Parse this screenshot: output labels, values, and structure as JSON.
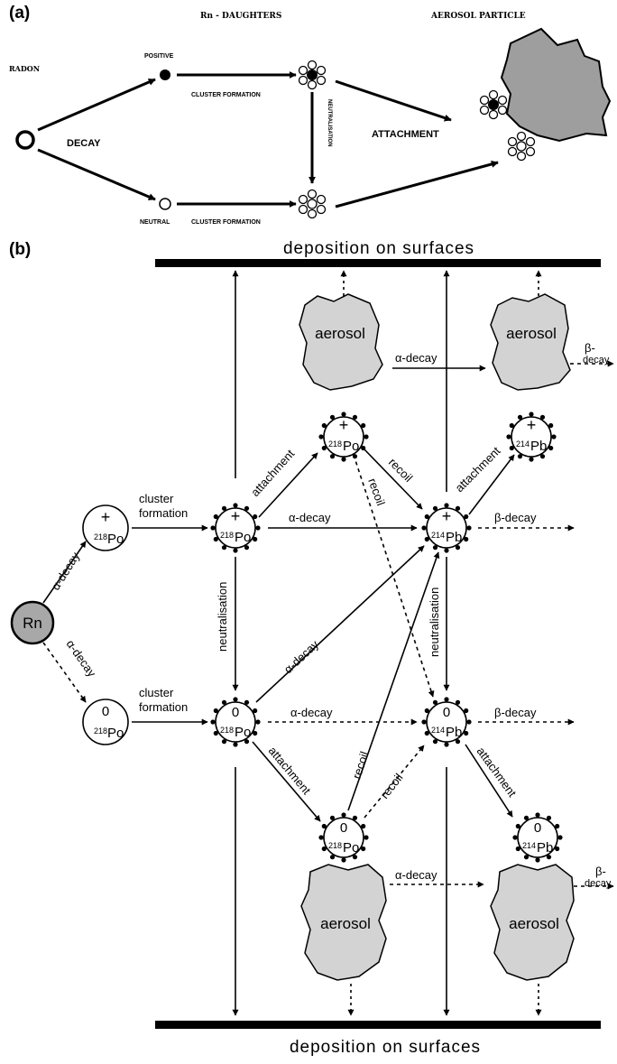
{
  "panel_a": {
    "label": "(a)",
    "header_daughters": "Rn - DAUGHTERS",
    "header_aerosol": "AEROSOL PARTICLE",
    "radon": "RADON",
    "decay": "DECAY",
    "positive": "POSITIVE",
    "neutral": "NEUTRAL",
    "cluster_formation_top": "CLUSTER FORMATION",
    "cluster_formation_bottom": "CLUSTER FORMATION",
    "neutralisation": "NEUTRALISATION",
    "attachment": "ATTACHMENT"
  },
  "panel_b": {
    "label": "(b)",
    "deposition_top": "deposition on surfaces",
    "deposition_bottom": "deposition on surfaces",
    "rn": "Rn",
    "alpha_decay": "α-decay",
    "beta_decay": "β-decay",
    "beta_short": "β-",
    "decay_short": "decay",
    "cluster": "cluster",
    "formation": "formation",
    "attachment": "attachment",
    "recoil": "recoil",
    "neutralisation": "neutralisation",
    "aerosol": "aerosol",
    "po_symbol": "Po",
    "pb_symbol": "Pb",
    "mass_218": "218",
    "mass_214": "214",
    "charge_pos": "+",
    "charge_zero": "0"
  }
}
